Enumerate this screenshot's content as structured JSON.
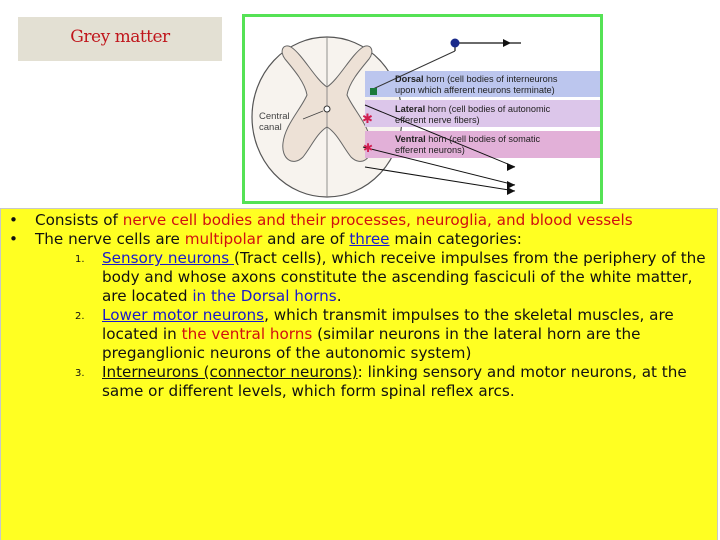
{
  "title": "Grey matter",
  "figure": {
    "labels": {
      "central": "Central",
      "canal": "canal",
      "dorsal_bold": "Dorsal",
      "dorsal_rest1": "horn (cell bodies of interneurons",
      "dorsal_line2": "upon which afferent neurons terminate)",
      "lateral_bold": "Lateral",
      "lateral_rest1": "horn (cell bodies of autonomic",
      "lateral_line2": "efferent nerve fibers)",
      "ventral_bold": "Ventral",
      "ventral_rest1": "horn (cell bodies of somatic",
      "ventral_line2": "efferent neurons)"
    },
    "colors": {
      "dorsal_band": "#bcc6ee",
      "lateral_band": "#dcc6ea",
      "ventral_band": "#e2b0d8",
      "dorsal_neuron": "#1a2a8a",
      "lateral_neuron": "#1a7a3a",
      "ventral_neuron": "#d02050"
    }
  },
  "content": {
    "b1": {
      "t1": "Consists of ",
      "t2": "nerve cell bodies and their processes, neuroglia, and blood vessels"
    },
    "b2": {
      "t1": "The nerve cells are ",
      "t2": "multipolar",
      "t3": " and are of ",
      "t4": "three",
      "t5": " main categories:"
    },
    "items": [
      {
        "num": "1.",
        "t1": "Sensory neurons ",
        "t2": "(Tract cells), which receive impulses from the periphery of the body and whose axons constitute the ascending fasciculi of the white matter, are located ",
        "t3": "in the Dorsal horns",
        "t4": "."
      },
      {
        "num": "2.",
        "t1": "Lower motor neurons",
        "t2": ", which transmit impulses to the skeletal muscles, are located in ",
        "t3": "the ventral horns",
        "t4": " (similar neurons in the lateral horn are the preganglionic neurons of the autonomic system)"
      },
      {
        "num": "3.",
        "t1": "Interneurons (connector neurons)",
        "t2": ": linking sensory and motor neurons, at the same or different levels, which form spinal reflex arcs."
      }
    ]
  }
}
